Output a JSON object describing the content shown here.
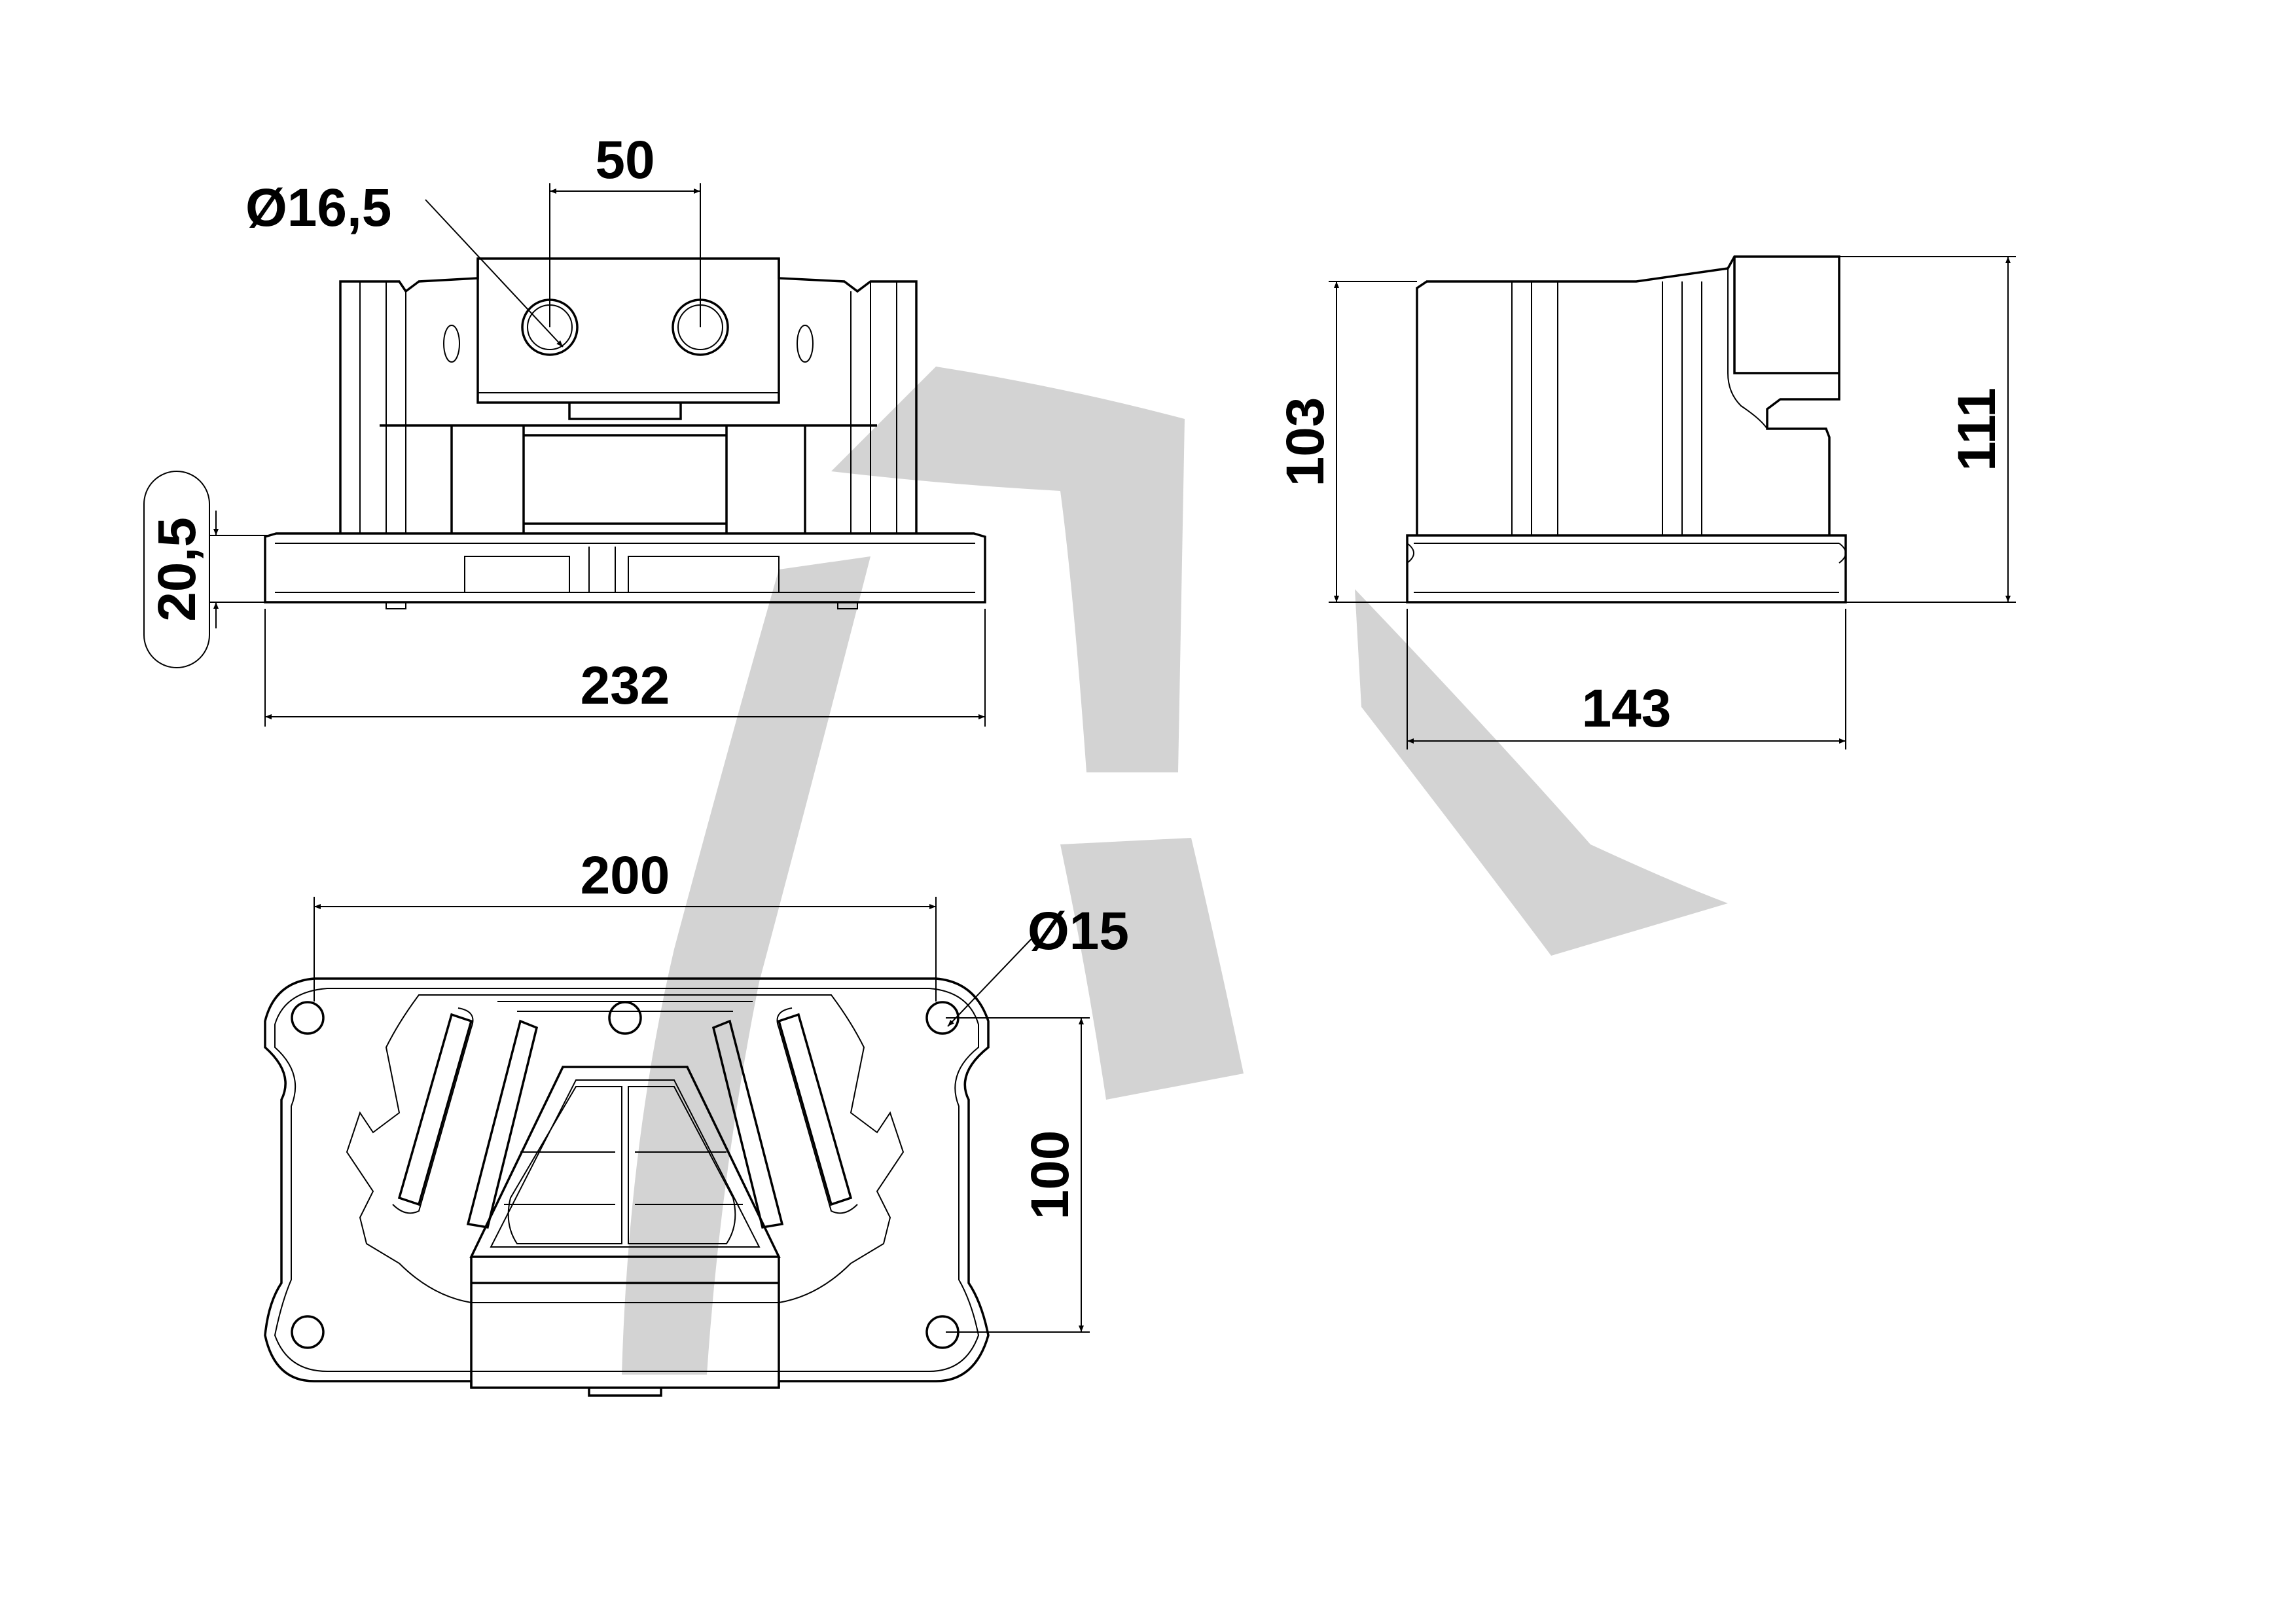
{
  "drawing": {
    "dimensions": {
      "bolt_spacing": "50",
      "bolt_hole_diameter": "Ø16,5",
      "base_thickness": "20,5",
      "overall_width": "232",
      "side_height": "103",
      "overall_height": "111",
      "overall_depth": "143",
      "hole_pitch_x": "200",
      "hole_pitch_y": "100",
      "mount_hole_diameter": "Ø15"
    },
    "colors": {
      "line": "#000000",
      "watermark": "#d3d3d3",
      "background": "#ffffff"
    }
  }
}
